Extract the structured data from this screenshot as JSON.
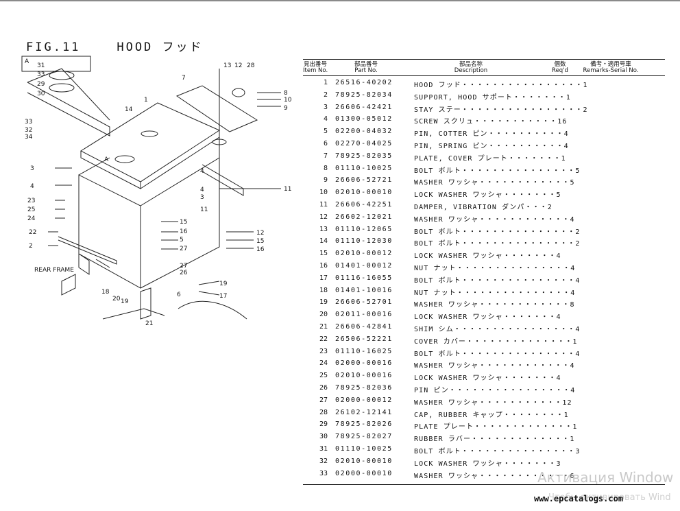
{
  "figure": {
    "title": "FIG.11    HOOD フッド"
  },
  "diagram": {
    "inset_label": "A",
    "view_label": "A",
    "rear_frame_label": "REAR FRAME",
    "callouts": [
      "31",
      "33",
      "29",
      "30",
      "33",
      "32",
      "34",
      "14",
      "1",
      "7",
      "13",
      "12",
      "28",
      "8",
      "10",
      "9",
      "3",
      "4",
      "4",
      "3",
      "4",
      "11",
      "23",
      "25",
      "24",
      "22",
      "2",
      "15",
      "16",
      "5",
      "27",
      "12",
      "15",
      "16",
      "27",
      "26",
      "18",
      "20",
      "19",
      "6",
      "19",
      "17",
      "21"
    ]
  },
  "table": {
    "headers": {
      "item_jp": "見出番号",
      "item_en": "Item No.",
      "part_jp": "部品番号",
      "part_en": "Part No.",
      "desc_jp": "部品名称",
      "desc_en": "Description",
      "qty_jp": "個数",
      "qty_en": "Req'd",
      "remarks_jp": "備考・適用号車",
      "remarks_en": "Remarks-Serial No."
    },
    "rows": [
      {
        "no": "1",
        "part": "26516-40202",
        "desc": "HOOD フッド・・・・・・・・・・・・・・・・1"
      },
      {
        "no": "2",
        "part": "78925-82034",
        "desc": "SUPPORT, HOOD サポート・・・・・・・1"
      },
      {
        "no": "3",
        "part": "26606-42421",
        "desc": "STAY ステー・・・・・・・・・・・・・・・・2"
      },
      {
        "no": "4",
        "part": "01300-05012",
        "desc": "SCREW スクリュ・・・・・・・・・・・16"
      },
      {
        "no": "5",
        "part": "02200-04032",
        "desc": "PIN, COTTER ピン・・・・・・・・・・4"
      },
      {
        "no": "6",
        "part": "02270-04025",
        "desc": "PIN, SPRING ピン・・・・・・・・・・4"
      },
      {
        "no": "7",
        "part": "78925-82035",
        "desc": "PLATE, COVER プレート・・・・・・・1"
      },
      {
        "no": "8",
        "part": "01110-10025",
        "desc": "BOLT ボルト・・・・・・・・・・・・・・・5"
      },
      {
        "no": "9",
        "part": "26606-52721",
        "desc": "WASHER ワッシャ・・・・・・・・・・・・5"
      },
      {
        "no": "10",
        "part": "02010-00010",
        "desc": "LOCK WASHER ワッシャ・・・・・・・5"
      },
      {
        "no": "11",
        "part": "26606-42251",
        "desc": "DAMPER, VIBRATION ダンパ・・・2"
      },
      {
        "no": "12",
        "part": "26602-12021",
        "desc": "WASHER ワッシャ・・・・・・・・・・・・4"
      },
      {
        "no": "13",
        "part": "01110-12065",
        "desc": "BOLT ボルト・・・・・・・・・・・・・・・2"
      },
      {
        "no": "14",
        "part": "01110-12030",
        "desc": "BOLT ボルト・・・・・・・・・・・・・・・2"
      },
      {
        "no": "15",
        "part": "02010-00012",
        "desc": "LOCK WASHER ワッシャ・・・・・・・4"
      },
      {
        "no": "16",
        "part": "01401-00012",
        "desc": "NUT ナット・・・・・・・・・・・・・・・4"
      },
      {
        "no": "17",
        "part": "01116-16055",
        "desc": "BOLT ボルト・・・・・・・・・・・・・・・4"
      },
      {
        "no": "18",
        "part": "01401-10016",
        "desc": "NUT ナット・・・・・・・・・・・・・・・4"
      },
      {
        "no": "19",
        "part": "26606-52701",
        "desc": "WASHER ワッシャ・・・・・・・・・・・・8"
      },
      {
        "no": "20",
        "part": "02011-00016",
        "desc": "LOCK WASHER ワッシャ・・・・・・・4"
      },
      {
        "no": "21",
        "part": "26606-42841",
        "desc": "SHIM シム・・・・・・・・・・・・・・・・4"
      },
      {
        "no": "22",
        "part": "26506-52221",
        "desc": "COVER カバー・・・・・・・・・・・・・・1"
      },
      {
        "no": "23",
        "part": "01110-16025",
        "desc": "BOLT ボルト・・・・・・・・・・・・・・・4"
      },
      {
        "no": "24",
        "part": "02000-00016",
        "desc": "WASHER ワッシャ・・・・・・・・・・・・4"
      },
      {
        "no": "25",
        "part": "02010-00016",
        "desc": "LOCK WASHER ワッシャ・・・・・・・4"
      },
      {
        "no": "26",
        "part": "78925-82036",
        "desc": "PIN ピン・・・・・・・・・・・・・・・・4"
      },
      {
        "no": "27",
        "part": "02000-00012",
        "desc": "WASHER ワッシャ・・・・・・・・・・・12"
      },
      {
        "no": "28",
        "part": "26102-12141",
        "desc": "CAP, RUBBER キャップ・・・・・・・・1"
      },
      {
        "no": "29",
        "part": "78925-82026",
        "desc": "PLATE プレート・・・・・・・・・・・・・1"
      },
      {
        "no": "30",
        "part": "78925-82027",
        "desc": "RUBBER ラバー・・・・・・・・・・・・・1"
      },
      {
        "no": "31",
        "part": "01110-10025",
        "desc": "BOLT ボルト・・・・・・・・・・・・・・・3"
      },
      {
        "no": "32",
        "part": "02010-00010",
        "desc": "LOCK WASHER ワッシャ・・・・・・・3"
      },
      {
        "no": "33",
        "part": "02000-00010",
        "desc": "WASHER ワッシャ・・・・・・・・・・・・6"
      }
    ]
  },
  "watermark": {
    "line1": "Активация Window",
    "line2": "Чтобы активировать Wind"
  },
  "footer": {
    "site": "www.epcatalogs.com"
  }
}
